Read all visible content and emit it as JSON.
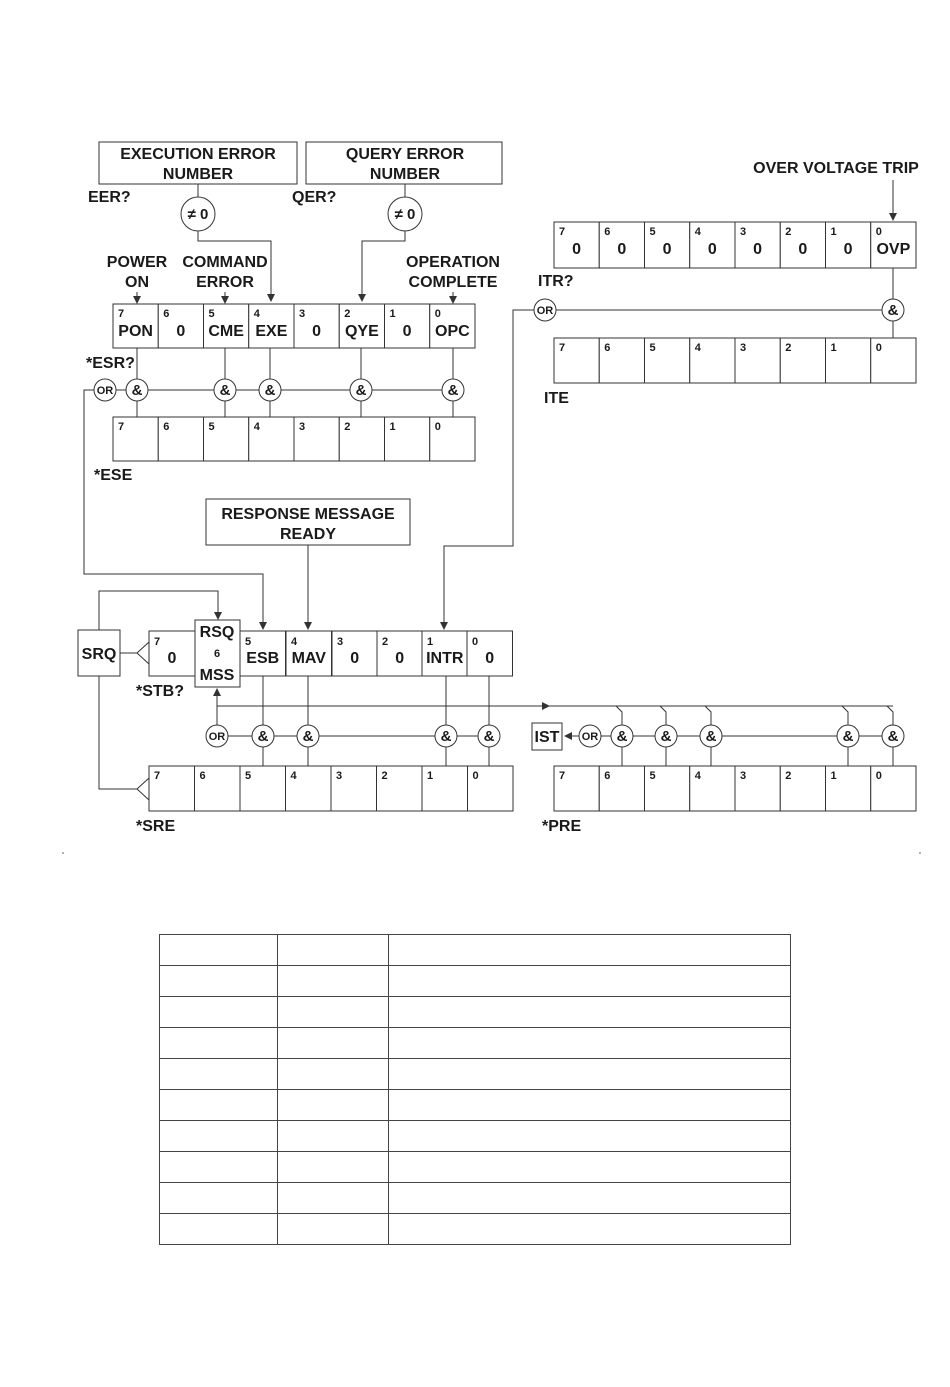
{
  "eer": {
    "box": [
      "EXECUTION ERROR",
      "NUMBER"
    ],
    "query": "EER?",
    "test": "≠ 0"
  },
  "qer": {
    "box": [
      "QUERY ERROR",
      "NUMBER"
    ],
    "query": "QER?",
    "test": "≠ 0"
  },
  "esr_labels": {
    "power_on": [
      "POWER",
      "ON"
    ],
    "command_error": [
      "COMMAND",
      "ERROR"
    ],
    "operation_complete": [
      "OPERATION",
      "COMPLETE"
    ]
  },
  "esr": {
    "query": "*ESR?",
    "bits": [
      {
        "n": "7",
        "v": "PON"
      },
      {
        "n": "6",
        "v": "0"
      },
      {
        "n": "5",
        "v": "CME"
      },
      {
        "n": "4",
        "v": "EXE"
      },
      {
        "n": "3",
        "v": "0"
      },
      {
        "n": "2",
        "v": "QYE"
      },
      {
        "n": "1",
        "v": "0"
      },
      {
        "n": "0",
        "v": "OPC"
      }
    ]
  },
  "ese": {
    "label": "*ESE",
    "bits": [
      "7",
      "6",
      "5",
      "4",
      "3",
      "2",
      "1",
      "0"
    ]
  },
  "over_voltage": "OVER VOLTAGE TRIP",
  "itr": {
    "query": "ITR?",
    "bits": [
      {
        "n": "7",
        "v": "0"
      },
      {
        "n": "6",
        "v": "0"
      },
      {
        "n": "5",
        "v": "0"
      },
      {
        "n": "4",
        "v": "0"
      },
      {
        "n": "3",
        "v": "0"
      },
      {
        "n": "2",
        "v": "0"
      },
      {
        "n": "1",
        "v": "0"
      },
      {
        "n": "0",
        "v": "OVP"
      }
    ]
  },
  "ite": {
    "label": "ITE",
    "bits": [
      "7",
      "6",
      "5",
      "4",
      "3",
      "2",
      "1",
      "0"
    ]
  },
  "response": [
    "RESPONSE MESSAGE",
    "READY"
  ],
  "srq": "SRQ",
  "stb": {
    "query": "*STB?",
    "bit7": {
      "n": "7",
      "v": "0"
    },
    "bit6": [
      "RSQ",
      "6",
      "MSS"
    ],
    "bits": [
      {
        "n": "5",
        "v": "ESB"
      },
      {
        "n": "4",
        "v": "MAV"
      },
      {
        "n": "3",
        "v": "0"
      },
      {
        "n": "2",
        "v": "0"
      },
      {
        "n": "1",
        "v": "INTR"
      },
      {
        "n": "0",
        "v": "0"
      }
    ]
  },
  "sre": {
    "label": "*SRE",
    "bits": [
      "7",
      "6",
      "5",
      "4",
      "3",
      "2",
      "1",
      "0"
    ]
  },
  "ist": "IST",
  "pre": {
    "label": "*PRE",
    "bits": [
      "7",
      "6",
      "5",
      "4",
      "3",
      "2",
      "1",
      "0"
    ]
  },
  "symbols": {
    "or": "OR",
    "and": "&"
  }
}
